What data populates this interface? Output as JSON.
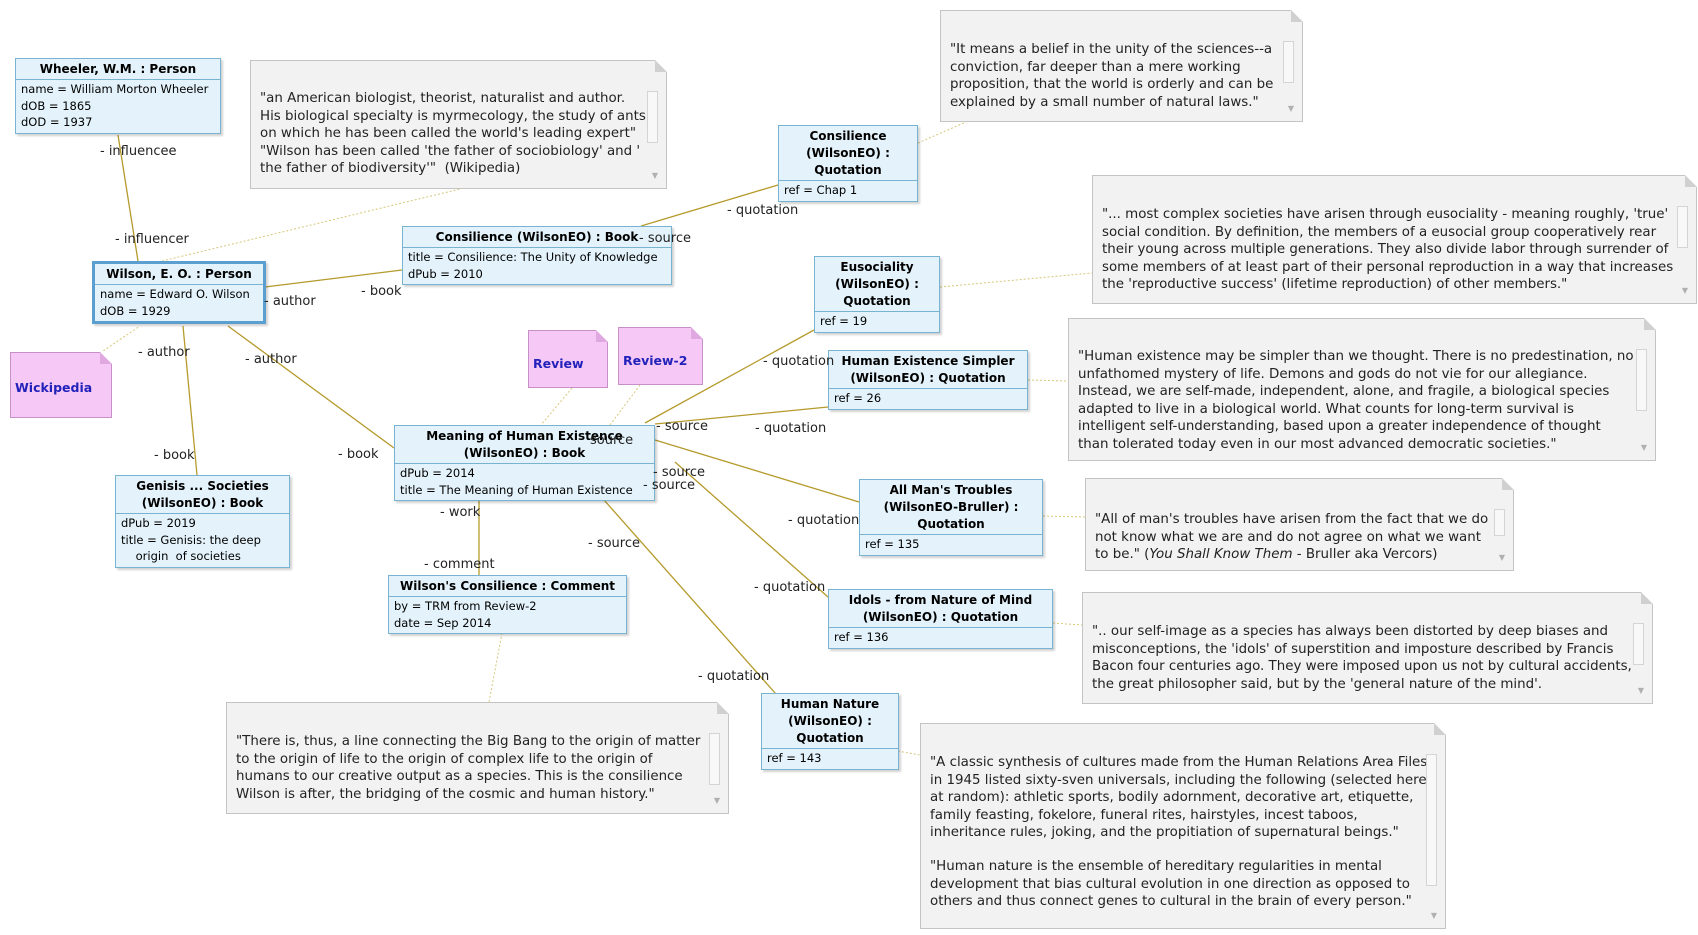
{
  "objects": {
    "wheeler": {
      "title": "Wheeler, W.M. : Person",
      "attrs": [
        "name = William Morton Wheeler",
        "dOB = 1865",
        "dOD = 1937"
      ]
    },
    "wilson": {
      "title": "Wilson, E. O. : Person",
      "attrs": [
        "name = Edward O. Wilson",
        "dOB = 1929"
      ]
    },
    "consilience_book": {
      "title": "Consilience (WilsonEO) : Book",
      "attrs": [
        "title = Consilience: The Unity of Knowledge",
        "dPub = 2010"
      ]
    },
    "consilience_quote": {
      "title": "Consilience\n(WilsonEO) :\nQuotation",
      "attrs": [
        "ref = Chap 1"
      ]
    },
    "eusociality_quote": {
      "title": "Eusociality\n(WilsonEO) :\nQuotation",
      "attrs": [
        "ref = 19"
      ]
    },
    "human_existence_quote": {
      "title": "Human Existence Simpler\n(WilsonEO) : Quotation",
      "attrs": [
        "ref = 26"
      ]
    },
    "meaning_book": {
      "title": "Meaning of Human Existence\n(WilsonEO) : Book",
      "attrs": [
        "dPub = 2014",
        "title = The Meaning of Human Existence"
      ]
    },
    "genisis_book": {
      "title": "Genisis ... Societies\n(WilsonEO) : Book",
      "attrs": [
        "dPub = 2019",
        "title = Genisis: the deep\n    origin  of societies"
      ]
    },
    "all_mans_quote": {
      "title": "All Man's Troubles\n(WilsonEO-Bruller) :\nQuotation",
      "attrs": [
        "ref = 135"
      ]
    },
    "idols_quote": {
      "title": "Idols - from Nature of Mind\n(WilsonEO) : Quotation",
      "attrs": [
        "ref = 136"
      ]
    },
    "comment": {
      "title": "Wilson's Consilience : Comment",
      "attrs": [
        "by = TRM from Review-2",
        "date = Sep 2014"
      ]
    },
    "human_nature_quote": {
      "title": "Human Nature\n(WilsonEO) :\nQuotation",
      "attrs": [
        "ref = 143"
      ]
    }
  },
  "notes": {
    "wilson_bio": {
      "paras": [
        "\"an American biologist, theorist, naturalist and author.\nHis biological specialty is myrmecology, the study of ants,\non which he has been called the world's leading expert\"\n\"Wilson has been called 'the father of sociobiology' and '\nthe father of biodiversity'\"  (Wikipedia)"
      ]
    },
    "consilience_text": {
      "paras": [
        "\"It means a belief in the unity of the sciences--a\nconviction, far deeper than a mere working\nproposition, that the world is orderly and can be\nexplained by a small number of natural laws.\""
      ]
    },
    "eusociality_text": {
      "paras": [
        "\"... most complex societies have arisen through eusociality - meaning roughly, 'true'\nsocial condition. By definition, the members of a eusocial group cooperatively rear\ntheir young across multiple generations. They also divide labor through surrender of\nsome members of at least part of their personal reproduction in a way that increases\nthe 'reproductive success' (lifetime reproduction) of other members.\""
      ]
    },
    "human_existence_text": {
      "paras": [
        "\"Human existence may be simpler than we thought. There is no predestination, no\nunfathomed mystery of life. Demons and gods do not vie for our allegiance.\nInstead, we are self-made, independent, alone, and fragile, a biological species\nadapted to live in a biological world. What counts for long-term survival is\nintelligent self-understanding, based upon a greater independence of thought\nthan tolerated today even in our most advanced democratic societies.\""
      ]
    },
    "all_mans_text": {
      "paras": [
        "\"All of man's troubles have arisen from the fact that we do\nnot know what we are and do not agree on what we want\nto be.\" ("
      ],
      "italic": "You Shall Know Them",
      "tail": " - Bruller aka Vercors)"
    },
    "idols_text": {
      "paras": [
        "\".. our self-image as a species has always been distorted by deep biases and\nmisconceptions, the 'idols' of superstition and imposture described by Francis\nBacon four centuries ago. They were imposed upon us not by cultural accidents,\nthe great philosopher said, but by the 'general nature of the mind'."
      ]
    },
    "comment_text": {
      "paras": [
        "\"There is, thus, a line connecting the Big Bang to the origin of matter\nto the origin of life to the origin of complex life to the origin of\nhumans to our creative output as a species. This is the consilience\nWilson is after, the bridging of the cosmic and human history.\""
      ]
    },
    "human_nature_text": {
      "paras": [
        "\"A classic synthesis of cultures made from the Human Relations Area Files\nin 1945 listed sixty-sven universals, including the following (selected here\nat random): athletic sports, bodily adornment, decorative art, etiquette,\nfamily feasting, fokelore, funeral rites, hairstyles, incest taboos,\ninheritance rules, joking, and the propitiation of supernatural beings.\"",
        "\"Human nature is the ensemble of hereditary regularities in mental\ndevelopment that bias cultural evolution in one direction as opposed to\nothers and thus connect genes to cultural in the brain of every person.\""
      ]
    }
  },
  "pink_notes": {
    "wikipedia": "Wickipedia",
    "review": "Review",
    "review2": "Review-2"
  },
  "edge_labels": {
    "influencee": "- influencee",
    "influencer": "- influencer",
    "author1": "- author",
    "book1": "- book",
    "source1": "- source",
    "quotation1": "- quotation",
    "author2": "- author",
    "author3": "- author",
    "book2": "- book",
    "book3": "- book",
    "quotation2": "- quotation",
    "source2": "- source",
    "source3": "source",
    "quotation3": "- quotation",
    "source4": "- source",
    "source5": "- source",
    "quotation4": "- quotation",
    "work": "- work",
    "source6": "- source",
    "quotation5": "- quotation",
    "comment": "- comment",
    "quotation6": "- quotation"
  },
  "colors": {
    "association_line": "#b59a2c",
    "note_link_line": "#d8c67a",
    "object_fill": "#e4f3fb",
    "object_border": "#78b4d2",
    "pink_note_fill": "#f6c8f6",
    "pink_note_text": "#2222bb"
  }
}
